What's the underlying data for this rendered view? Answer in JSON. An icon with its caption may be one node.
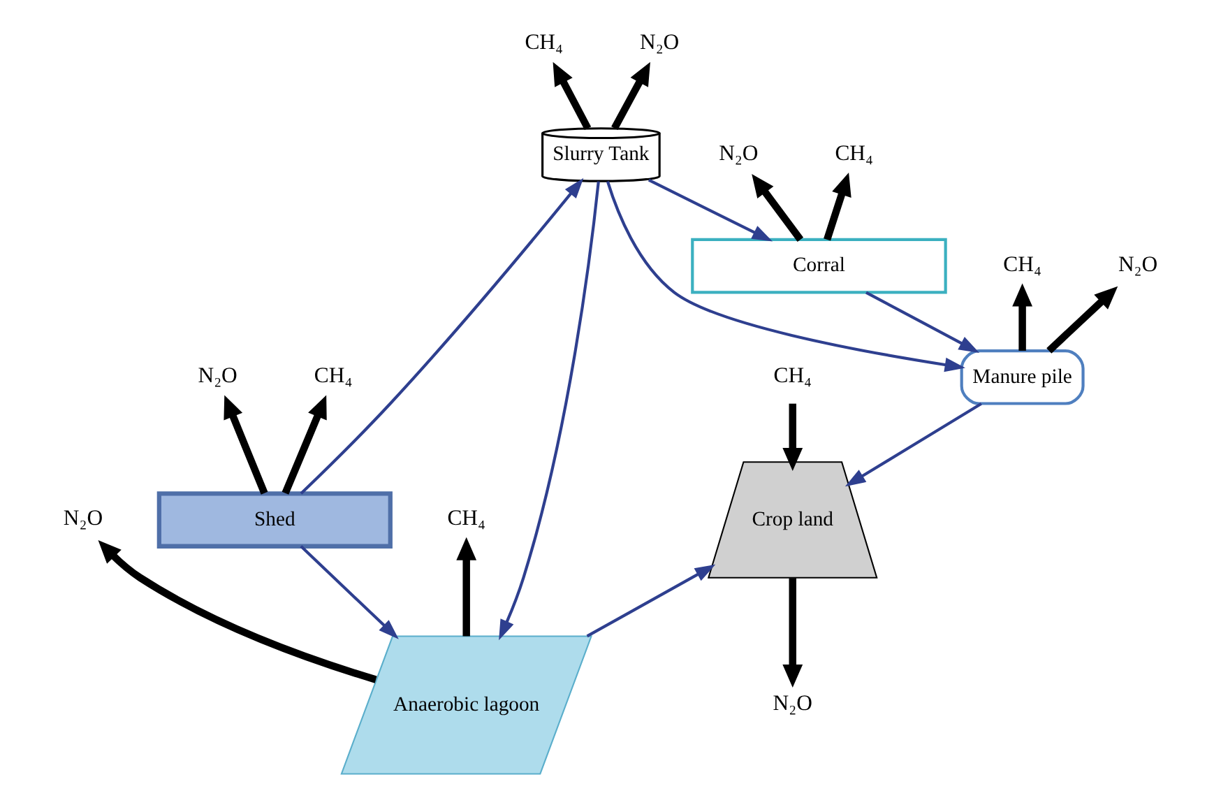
{
  "diagram": {
    "nodes": [
      {
        "text": [
          "Slurry Tank"
        ]
      },
      {
        "text": [
          "CH₄"
        ]
      },
      {
        "text": [
          "N₂O"
        ]
      },
      {
        "text": [
          "Manure pile"
        ]
      },
      {
        "text": [
          "CH₄"
        ]
      },
      {
        "text": [
          "N₂O"
        ]
      },
      {
        "text": [
          "Anaerobic lagoon"
        ]
      },
      {
        "text": [
          "CH₄"
        ]
      },
      {
        "text": [
          "N₂O"
        ]
      },
      {
        "text": [
          "Corral"
        ]
      },
      {
        "text": [
          "CH₄"
        ]
      },
      {
        "text": [
          "N₂O"
        ]
      },
      {
        "text": [
          "Shed"
        ]
      },
      {
        "text": [
          "CH₄"
        ]
      },
      {
        "text": [
          "N₂O"
        ]
      },
      {
        "text": [
          "Crop land"
        ]
      },
      {
        "text": [
          "CH₄"
        ]
      },
      {
        "text": [
          "N₂O"
        ]
      }
    ],
    "edges": [
      {
        "from": 0,
        "to": 1,
        "arrow": "to"
      },
      {
        "from": 0,
        "to": 2,
        "arrow": "to"
      },
      {
        "from": 3,
        "to": 4,
        "arrow": "to"
      },
      {
        "from": 3,
        "to": 5,
        "arrow": "to"
      },
      {
        "from": 6,
        "to": 7,
        "arrow": "to"
      },
      {
        "from": 6,
        "to": 8,
        "arrow": "to"
      },
      {
        "from": 9,
        "to": 10,
        "arrow": "to"
      },
      {
        "from": 9,
        "to": 11,
        "arrow": "to"
      },
      {
        "from": 12,
        "to": 13,
        "arrow": "to"
      },
      {
        "from": 12,
        "to": 14,
        "arrow": "to"
      },
      {
        "from": 16,
        "to": 15,
        "arrow": "to"
      },
      {
        "from": 15,
        "to": 17,
        "arrow": "to"
      },
      {
        "from": 12,
        "to": 0,
        "arrow": "to",
        "color": "#2e3f8f"
      },
      {
        "from": 0,
        "to": 3,
        "arrow": "to",
        "color": "#2e3f8f"
      },
      {
        "from": 0,
        "to": 6,
        "arrow": "to",
        "color": "#2e3f8f"
      },
      {
        "from": 0,
        "to": 9,
        "arrow": "to",
        "color": "#2e3f8f"
      },
      {
        "from": 9,
        "to": 3,
        "arrow": "to",
        "color": "#2e3f8f"
      },
      {
        "from": 3,
        "to": 15,
        "arrow": "to",
        "color": "#2e3f8f"
      },
      {
        "from": 12,
        "to": 6,
        "arrow": "to",
        "color": "#2e3f8f"
      },
      {
        "from": 6,
        "to": 15,
        "arrow": "to",
        "color": "#2e3f8f"
      }
    ]
  }
}
